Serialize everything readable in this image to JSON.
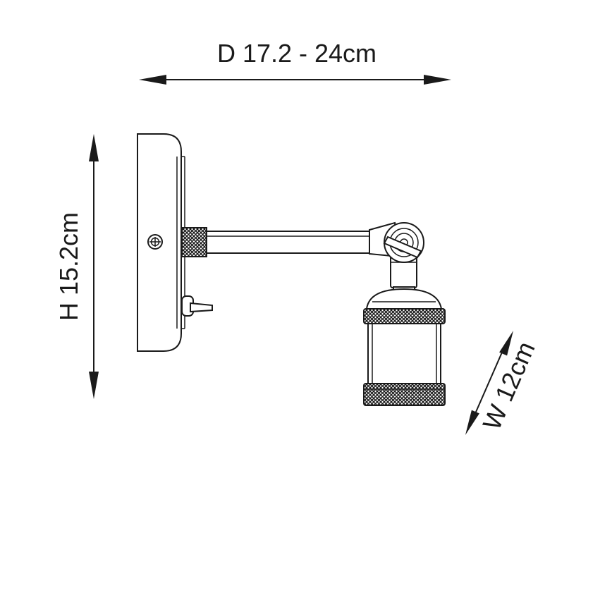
{
  "dimensions": {
    "depth_label": "D 17.2 - 24cm",
    "height_label": "H 15.2cm",
    "width_label": "W 12cm"
  },
  "colors": {
    "line": "#1a1a1a",
    "background": "#ffffff"
  }
}
